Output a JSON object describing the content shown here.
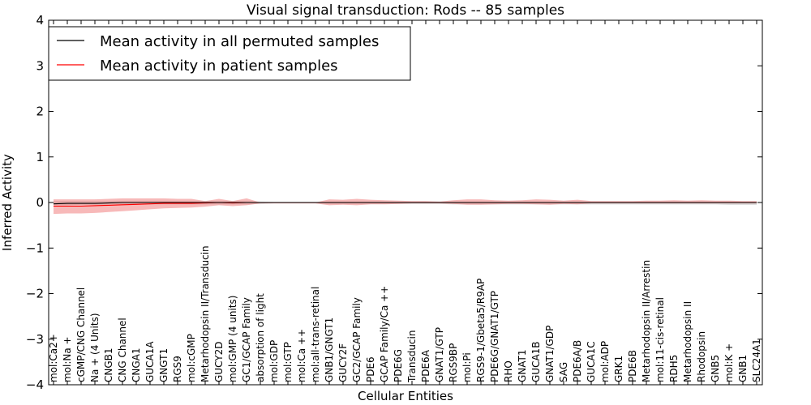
{
  "chart_data": {
    "type": "line",
    "title": "Visual signal transduction: Rods -- 85 samples",
    "xlabel": "Cellular Entities",
    "ylabel": "Inferred Activity",
    "ylim": [
      -4,
      4
    ],
    "yticks": [
      4,
      3,
      2,
      1,
      0,
      -1,
      -2,
      -3,
      -4
    ],
    "ytick_labels": [
      "4",
      "3",
      "2",
      "1",
      "0",
      "−1",
      "−2",
      "−3",
      "−4"
    ],
    "grid": false,
    "legend_placement": "upper-left",
    "categories": [
      "mol:Ca2+",
      "mol:Na +",
      "cGMP/CNG Channel",
      "Na + (4 Units)",
      "CNGB1",
      "CNG Channel",
      "CNGA1",
      "GUCA1A",
      "GNGT1",
      "RGS9",
      "mol:cGMP",
      "Metarhodopsin II/Transducin",
      "GUCY2D",
      "mol:GMP (4 units)",
      "GC1/GCAP Family",
      "absorption of light",
      "mol:GDP",
      "mol:GTP",
      "mol:Ca ++",
      "mol:all-trans-retinal",
      "GNB1/GNGT1",
      "GUCY2F",
      "GC2/GCAP Family",
      "PDE6",
      "GCAP Family/Ca ++",
      "PDE6G",
      "Transducin",
      "PDE6A",
      "GNAT1/GTP",
      "RGS9BP",
      "mol:Pi",
      "RGS9-1/Gbeta5/R9AP",
      "PDE6G/GNAT1/GTP",
      "RHO",
      "GNAT1",
      "GUCA1B",
      "GNAT1/GDP",
      "SAG",
      "PDE6A/B",
      "GUCA1C",
      "mol:ADP",
      "GRK1",
      "PDE6B",
      "Metarhodopsin II/Arrestin",
      "mol:11-cis-retinal",
      "RDH5",
      "Metarhodopsin II",
      "Rhodopsin",
      "GNB5",
      "mol:K +",
      "GNB1",
      "SLC24A1"
    ],
    "series": [
      {
        "name": "Mean activity in all permuted samples",
        "color": "#000000",
        "values": [
          -0.03,
          -0.02,
          -0.02,
          -0.02,
          -0.01,
          0.0,
          0.0,
          0.0,
          0.0,
          0.0,
          0.0,
          0.0,
          0.0,
          0.0,
          0.0,
          0.0,
          0.0,
          0.0,
          0.0,
          0.0,
          0.0,
          0.0,
          0.0,
          0.0,
          0.0,
          0.0,
          0.0,
          0.0,
          0.0,
          0.0,
          0.0,
          0.0,
          0.0,
          0.0,
          0.0,
          0.0,
          0.0,
          0.0,
          0.0,
          0.0,
          0.0,
          0.0,
          0.0,
          0.0,
          0.0,
          0.0,
          0.0,
          0.0,
          0.0,
          0.0,
          0.0,
          0.0
        ],
        "band": {
          "color": "#bbbbbb",
          "lower": [
            -0.06,
            -0.06,
            -0.05,
            -0.05,
            -0.04,
            -0.04,
            -0.04,
            -0.04,
            -0.04,
            -0.04,
            -0.04,
            -0.04,
            -0.04,
            -0.04,
            -0.04,
            -0.03,
            -0.02,
            -0.02,
            -0.02,
            -0.02,
            -0.03,
            -0.03,
            -0.03,
            -0.03,
            -0.03,
            -0.03,
            -0.03,
            -0.03,
            -0.03,
            -0.04,
            -0.04,
            -0.04,
            -0.04,
            -0.04,
            -0.04,
            -0.04,
            -0.04,
            -0.04,
            -0.04,
            -0.04,
            -0.04,
            -0.04,
            -0.04,
            -0.04,
            -0.04,
            -0.04,
            -0.04,
            -0.04,
            -0.04,
            -0.05,
            -0.05,
            -0.05
          ],
          "upper": [
            0.03,
            0.03,
            0.03,
            0.03,
            0.03,
            0.03,
            0.03,
            0.03,
            0.03,
            0.03,
            0.03,
            0.03,
            0.03,
            0.03,
            0.03,
            0.02,
            0.01,
            0.01,
            0.01,
            0.01,
            0.02,
            0.02,
            0.02,
            0.02,
            0.02,
            0.02,
            0.02,
            0.02,
            0.02,
            0.02,
            0.02,
            0.02,
            0.02,
            0.02,
            0.02,
            0.02,
            0.02,
            0.02,
            0.02,
            0.02,
            0.02,
            0.02,
            0.02,
            0.02,
            0.02,
            0.02,
            0.02,
            0.02,
            0.02,
            0.02,
            0.02,
            0.02
          ]
        }
      },
      {
        "name": "Mean activity in patient samples",
        "color": "#ff0000",
        "values": [
          -0.08,
          -0.08,
          -0.08,
          -0.07,
          -0.06,
          -0.05,
          -0.04,
          -0.03,
          -0.02,
          -0.02,
          -0.02,
          -0.01,
          0.0,
          -0.01,
          0.0,
          0.0,
          0.0,
          0.0,
          0.0,
          0.0,
          0.0,
          0.0,
          0.0,
          0.0,
          0.0,
          0.0,
          0.0,
          0.0,
          0.0,
          0.0,
          0.0,
          0.0,
          0.0,
          0.0,
          0.0,
          0.0,
          0.0,
          0.0,
          0.0,
          0.0,
          0.0,
          0.0,
          0.0,
          0.0,
          0.0,
          0.0,
          0.0,
          0.0,
          0.0,
          0.0,
          0.0,
          0.0
        ],
        "band": {
          "color": "#f08080",
          "lower": [
            -0.25,
            -0.24,
            -0.24,
            -0.23,
            -0.21,
            -0.19,
            -0.17,
            -0.15,
            -0.13,
            -0.12,
            -0.11,
            -0.09,
            -0.06,
            -0.08,
            -0.06,
            -0.02,
            -0.02,
            -0.02,
            -0.02,
            -0.02,
            -0.06,
            -0.05,
            -0.06,
            -0.04,
            -0.04,
            -0.03,
            -0.02,
            -0.02,
            -0.02,
            -0.03,
            -0.05,
            -0.05,
            -0.04,
            -0.03,
            -0.03,
            -0.04,
            -0.05,
            -0.03,
            -0.04,
            -0.02,
            -0.02,
            -0.02,
            -0.02,
            -0.02,
            -0.02,
            -0.02,
            -0.02,
            -0.02,
            -0.02,
            -0.02,
            -0.02,
            -0.02
          ],
          "upper": [
            0.07,
            0.07,
            0.07,
            0.07,
            0.08,
            0.09,
            0.09,
            0.09,
            0.09,
            0.08,
            0.08,
            0.03,
            0.08,
            0.03,
            0.09,
            0.0,
            0.0,
            0.0,
            0.0,
            0.0,
            0.07,
            0.06,
            0.08,
            0.06,
            0.05,
            0.04,
            0.03,
            0.03,
            0.02,
            0.05,
            0.07,
            0.07,
            0.05,
            0.04,
            0.05,
            0.07,
            0.06,
            0.04,
            0.06,
            0.03,
            0.03,
            0.03,
            0.03,
            0.04,
            0.04,
            0.05,
            0.04,
            0.05,
            0.04,
            0.04,
            0.03,
            0.03
          ]
        }
      }
    ]
  }
}
